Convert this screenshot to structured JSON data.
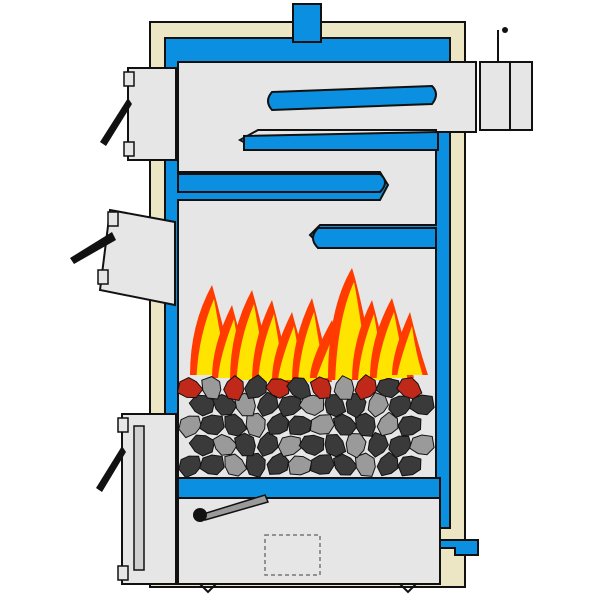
{
  "diagram": {
    "kind": "solid-fuel boiler cross-section",
    "colors": {
      "background": "#ffffff",
      "insulation": "#ece6c4",
      "water_jacket": "#0b8fe0",
      "flue_gas_area": "#e6e6e6",
      "outline": "#111111",
      "flame_outer": "#ff3b00",
      "flame_inner": "#ffe400",
      "coal_dark": "#3a3a3a",
      "coal_light": "#9a9a9a",
      "ember": "#c0281a",
      "door_handle": "#111111"
    },
    "components": [
      "outer-casing",
      "insulation-layer",
      "water-jacket",
      "flue-outlet",
      "draft-regulator",
      "upper-cleaning-door",
      "loading-door",
      "ash-door",
      "heat-exchanger-baffles",
      "combustion-chamber",
      "flames",
      "coal-bed",
      "grate",
      "ash-pan",
      "water-return-pipe"
    ],
    "icons": [
      "door-handle-icon",
      "hinge-icon",
      "grate-lever-icon"
    ]
  }
}
